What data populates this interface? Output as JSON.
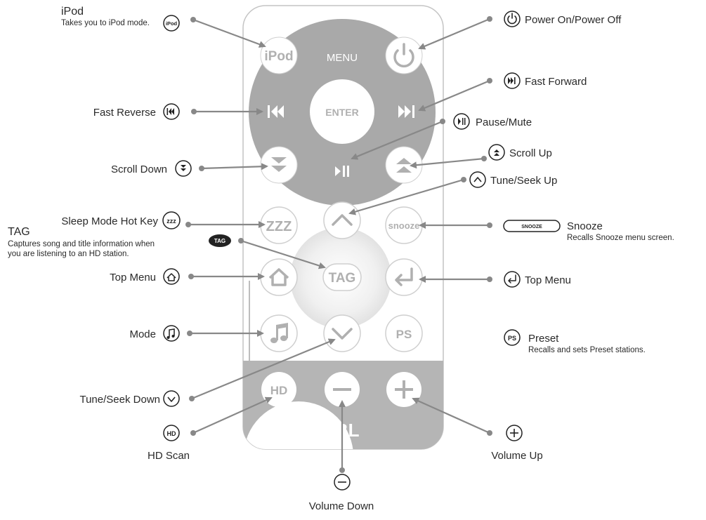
{
  "remote": {
    "top_labels": {
      "menu": "MENU",
      "enter": "ENTER"
    },
    "buttons": {
      "ipod": "iPod",
      "zzz": "ZZZ",
      "snooze": "snooze",
      "tag": "TAG",
      "ps": "PS",
      "hd": "HD"
    },
    "brand": "JBL"
  },
  "callouts": {
    "ipod": {
      "title": "iPod",
      "desc": "Takes you to iPod mode.",
      "icon_text": "iPod"
    },
    "power": {
      "title": "Power On/Power Off"
    },
    "fast_forward": {
      "title": "Fast Forward"
    },
    "fast_reverse": {
      "title": "Fast Reverse"
    },
    "pause_mute": {
      "title": "Pause/Mute"
    },
    "scroll_up": {
      "title": "Scroll Up"
    },
    "scroll_down": {
      "title": "Scroll Down"
    },
    "tune_seek_up": {
      "title": "Tune/Seek Up"
    },
    "sleep": {
      "title": "Sleep Mode Hot Key",
      "icon_text": "zzz"
    },
    "snooze": {
      "title": "Snooze",
      "desc": "Recalls Snooze menu screen.",
      "icon_text": "SNOOZE"
    },
    "tag": {
      "title": "TAG",
      "desc1": "Captures song and title information when",
      "desc2": "you are listening to an HD station.",
      "icon_text": "TAG"
    },
    "top_menu_left": {
      "title": "Top Menu"
    },
    "top_menu_right": {
      "title": "Top Menu"
    },
    "mode": {
      "title": "Mode"
    },
    "preset": {
      "title": "Preset",
      "desc": "Recalls and sets Preset stations.",
      "icon_text": "PS"
    },
    "tune_seek_down": {
      "title": "Tune/Seek Down"
    },
    "hd_scan": {
      "title": "HD Scan",
      "icon_text": "HD"
    },
    "volume_up": {
      "title": "Volume Up"
    },
    "volume_down": {
      "title": "Volume Down"
    }
  },
  "colors": {
    "ring": "#a9a9a9",
    "panel": "#b5b5b5",
    "outline": "#c8c8c8",
    "arrow": "#888888",
    "text": "#2a2a2a"
  }
}
